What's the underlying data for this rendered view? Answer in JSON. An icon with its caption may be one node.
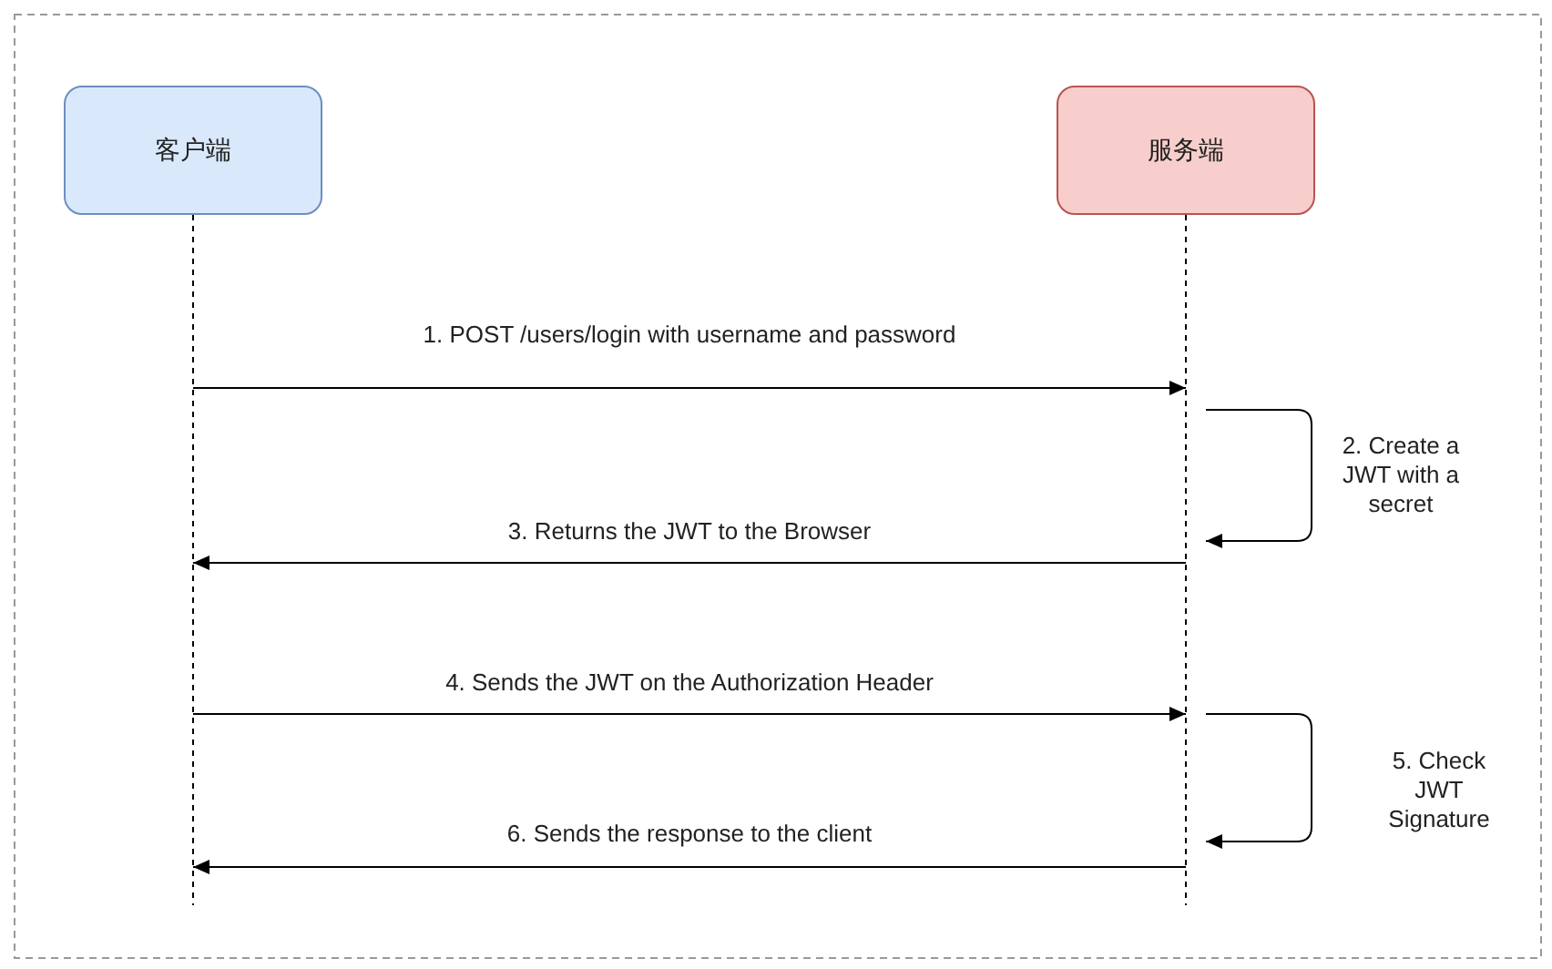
{
  "diagram": {
    "nodes": [
      {
        "text": [
          "客户端"
        ]
      },
      {
        "text": [
          "服务端"
        ]
      }
    ],
    "edges": [
      {
        "from": 0,
        "to": 1,
        "arrow": "to",
        "label": "1. POST /users/login with username and password"
      },
      {
        "from": 1,
        "to": 1,
        "arrow": "to",
        "label": "2. Create a JWT with a secret"
      },
      {
        "from": 1,
        "to": 0,
        "arrow": "to",
        "label": "3. Returns the JWT to the Browser"
      },
      {
        "from": 0,
        "to": 1,
        "arrow": "to",
        "label": "4. Sends the JWT on the Authorization Header"
      },
      {
        "from": 1,
        "to": 1,
        "arrow": "to",
        "label": "5. Check JWT Signature"
      },
      {
        "from": 1,
        "to": 0,
        "arrow": "to",
        "label": "6. Sends the response to the client"
      }
    ]
  }
}
